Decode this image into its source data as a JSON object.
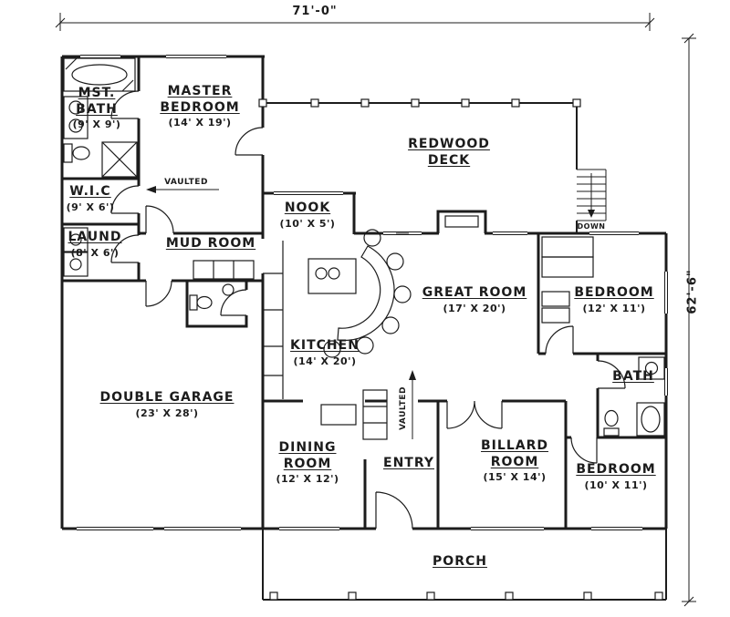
{
  "dimensions": {
    "width_label": "71'-0\"",
    "height_label": "62'-6\""
  },
  "rooms": {
    "mst_bath": {
      "name": "MST.\nBATH",
      "dims": "(9' X 9')"
    },
    "master_bedroom": {
      "name": "MASTER\nBEDROOM",
      "dims": "(14' X 19')"
    },
    "redwood_deck": {
      "name": "REDWOOD\nDECK"
    },
    "wic": {
      "name": "W.I.C",
      "dims": "(9' X 6')"
    },
    "nook": {
      "name": "NOOK",
      "dims": "(10' X 5')"
    },
    "laundry": {
      "name": "LAUND",
      "dims": "(8' X 6')"
    },
    "mud_room": {
      "name": "MUD ROOM"
    },
    "great_room": {
      "name": "GREAT ROOM",
      "dims": "(17' X 20')"
    },
    "bedroom_upper": {
      "name": "BEDROOM",
      "dims": "(12' X 11')"
    },
    "kitchen": {
      "name": "KITCHEN",
      "dims": "(14' X 20')"
    },
    "bath": {
      "name": "BATH"
    },
    "double_garage": {
      "name": "DOUBLE GARAGE",
      "dims": "(23' X 28')"
    },
    "dining_room": {
      "name": "DINING\nROOM",
      "dims": "(12' X 12')"
    },
    "entry": {
      "name": "ENTRY"
    },
    "billard_room": {
      "name": "BILLARD\nROOM",
      "dims": "(15' X 14')"
    },
    "bedroom_lower": {
      "name": "BEDROOM",
      "dims": "(10' X 11')"
    },
    "porch": {
      "name": "PORCH"
    }
  },
  "annotations": {
    "down": "DOWN",
    "vaulted_master": "VAULTED",
    "vaulted_entry": "VAULTED"
  },
  "colors": {
    "line": "#1c1c1c",
    "background": "#ffffff"
  }
}
